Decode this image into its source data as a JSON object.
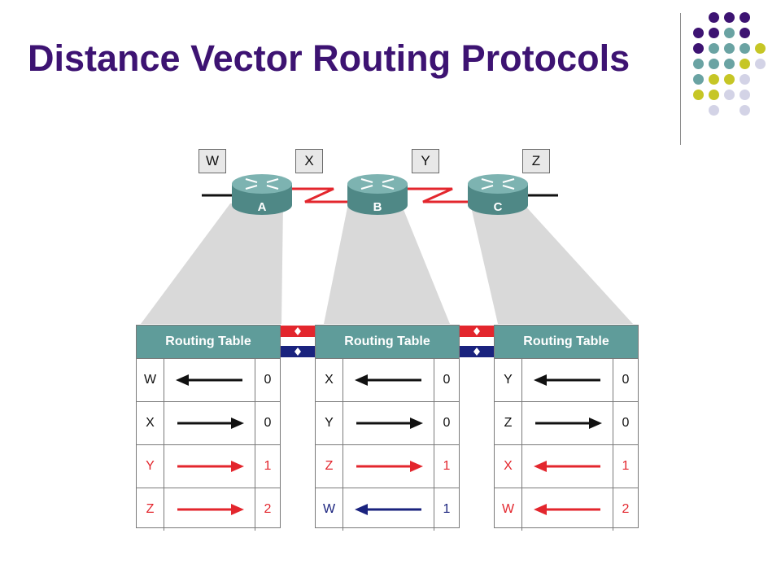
{
  "slide": {
    "title": "Distance Vector Routing Protocols",
    "accent_color": "#3d1372"
  },
  "networks": [
    "W",
    "X",
    "Y",
    "Z"
  ],
  "routers": [
    {
      "id": "A",
      "label": "A"
    },
    {
      "id": "B",
      "label": "B"
    },
    {
      "id": "C",
      "label": "C"
    }
  ],
  "colors": {
    "router_body": "#5f9c9a",
    "serial_link": "#e3262d",
    "ethernet_link": "#111111",
    "table_header": "#5f9c9a",
    "exchange_red": "#e3262d",
    "exchange_navy": "#1a237e",
    "dot_purple": "#3d1372",
    "dot_teal": "#6aa3a3",
    "dot_yellow": "#c6c626",
    "dot_lavender": "#d3d3e6"
  },
  "tables": [
    {
      "router": "A",
      "header": "Routing Table",
      "rows": [
        {
          "dest": "W",
          "metric": "0",
          "direction": "left",
          "color": "#111111"
        },
        {
          "dest": "X",
          "metric": "0",
          "direction": "right",
          "color": "#111111"
        },
        {
          "dest": "Y",
          "metric": "1",
          "direction": "right",
          "color": "#e3262d"
        },
        {
          "dest": "Z",
          "metric": "2",
          "direction": "right",
          "color": "#e3262d"
        }
      ]
    },
    {
      "router": "B",
      "header": "Routing Table",
      "rows": [
        {
          "dest": "X",
          "metric": "0",
          "direction": "left",
          "color": "#111111"
        },
        {
          "dest": "Y",
          "metric": "0",
          "direction": "right",
          "color": "#111111"
        },
        {
          "dest": "Z",
          "metric": "1",
          "direction": "right",
          "color": "#e3262d"
        },
        {
          "dest": "W",
          "metric": "1",
          "direction": "left",
          "color": "#1a237e"
        }
      ]
    },
    {
      "router": "C",
      "header": "Routing Table",
      "rows": [
        {
          "dest": "Y",
          "metric": "0",
          "direction": "left",
          "color": "#111111"
        },
        {
          "dest": "Z",
          "metric": "0",
          "direction": "right",
          "color": "#111111"
        },
        {
          "dest": "X",
          "metric": "1",
          "direction": "left",
          "color": "#e3262d"
        },
        {
          "dest": "W",
          "metric": "2",
          "direction": "left",
          "color": "#e3262d"
        }
      ]
    }
  ]
}
